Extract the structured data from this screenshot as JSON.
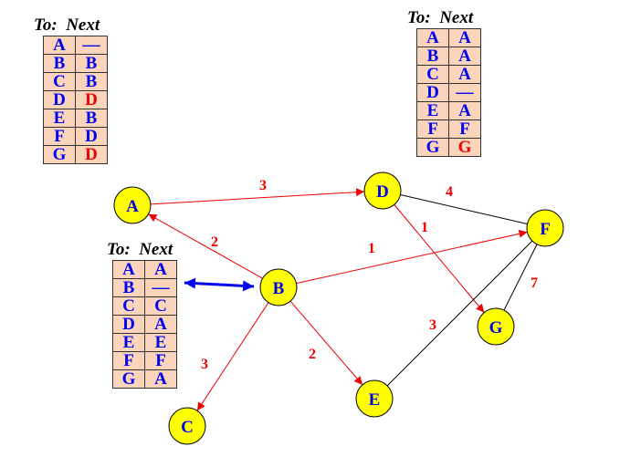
{
  "colors": {
    "node_fill": "#ffff00",
    "node_text": "#0000ee",
    "tree_edge": "#ee0000",
    "other_edge": "#000000",
    "highlight_arrow": "#0000ee",
    "table_bg": "#fbd4bc"
  },
  "nodes": [
    {
      "id": "A",
      "label": "A"
    },
    {
      "id": "B",
      "label": "B"
    },
    {
      "id": "C",
      "label": "C"
    },
    {
      "id": "D",
      "label": "D"
    },
    {
      "id": "E",
      "label": "E"
    },
    {
      "id": "F",
      "label": "F"
    },
    {
      "id": "G",
      "label": "G"
    }
  ],
  "edges": [
    {
      "from": "A",
      "to": "D",
      "weight": "3",
      "tree": true
    },
    {
      "from": "B",
      "to": "A",
      "weight": "2",
      "tree": true
    },
    {
      "from": "B",
      "to": "F",
      "weight": "1",
      "tree": true
    },
    {
      "from": "B",
      "to": "C",
      "weight": "3",
      "tree": true
    },
    {
      "from": "B",
      "to": "E",
      "weight": "2",
      "tree": true
    },
    {
      "from": "D",
      "to": "G",
      "weight": "1",
      "tree": true
    },
    {
      "from": "D",
      "to": "F",
      "weight": "4",
      "tree": false
    },
    {
      "from": "E",
      "to": "F",
      "weight": "3",
      "tree": false
    },
    {
      "from": "F",
      "to": "G",
      "weight": "7",
      "tree": false
    }
  ],
  "tables": {
    "A": {
      "header": "To:  Next",
      "rows": [
        {
          "to": "A",
          "next": "—",
          "red": false
        },
        {
          "to": "B",
          "next": "B",
          "red": false
        },
        {
          "to": "C",
          "next": "B",
          "red": false
        },
        {
          "to": "D",
          "next": "D",
          "red": true
        },
        {
          "to": "E",
          "next": "B",
          "red": false
        },
        {
          "to": "F",
          "next": "D",
          "red": false
        },
        {
          "to": "G",
          "next": "D",
          "red": true
        }
      ]
    },
    "D": {
      "header": "To:  Next",
      "rows": [
        {
          "to": "A",
          "next": "A",
          "red": false
        },
        {
          "to": "B",
          "next": "A",
          "red": false
        },
        {
          "to": "C",
          "next": "A",
          "red": false
        },
        {
          "to": "D",
          "next": "—",
          "red": false
        },
        {
          "to": "E",
          "next": "A",
          "red": false
        },
        {
          "to": "F",
          "next": "F",
          "red": false
        },
        {
          "to": "G",
          "next": "G",
          "red": true
        }
      ]
    },
    "B": {
      "header": "To:  Next",
      "rows": [
        {
          "to": "A",
          "next": "A",
          "red": false
        },
        {
          "to": "B",
          "next": "—",
          "red": false
        },
        {
          "to": "C",
          "next": "C",
          "red": false
        },
        {
          "to": "D",
          "next": "A",
          "red": false
        },
        {
          "to": "E",
          "next": "E",
          "red": false
        },
        {
          "to": "F",
          "next": "F",
          "red": false
        },
        {
          "to": "G",
          "next": "A",
          "red": false
        }
      ]
    }
  }
}
